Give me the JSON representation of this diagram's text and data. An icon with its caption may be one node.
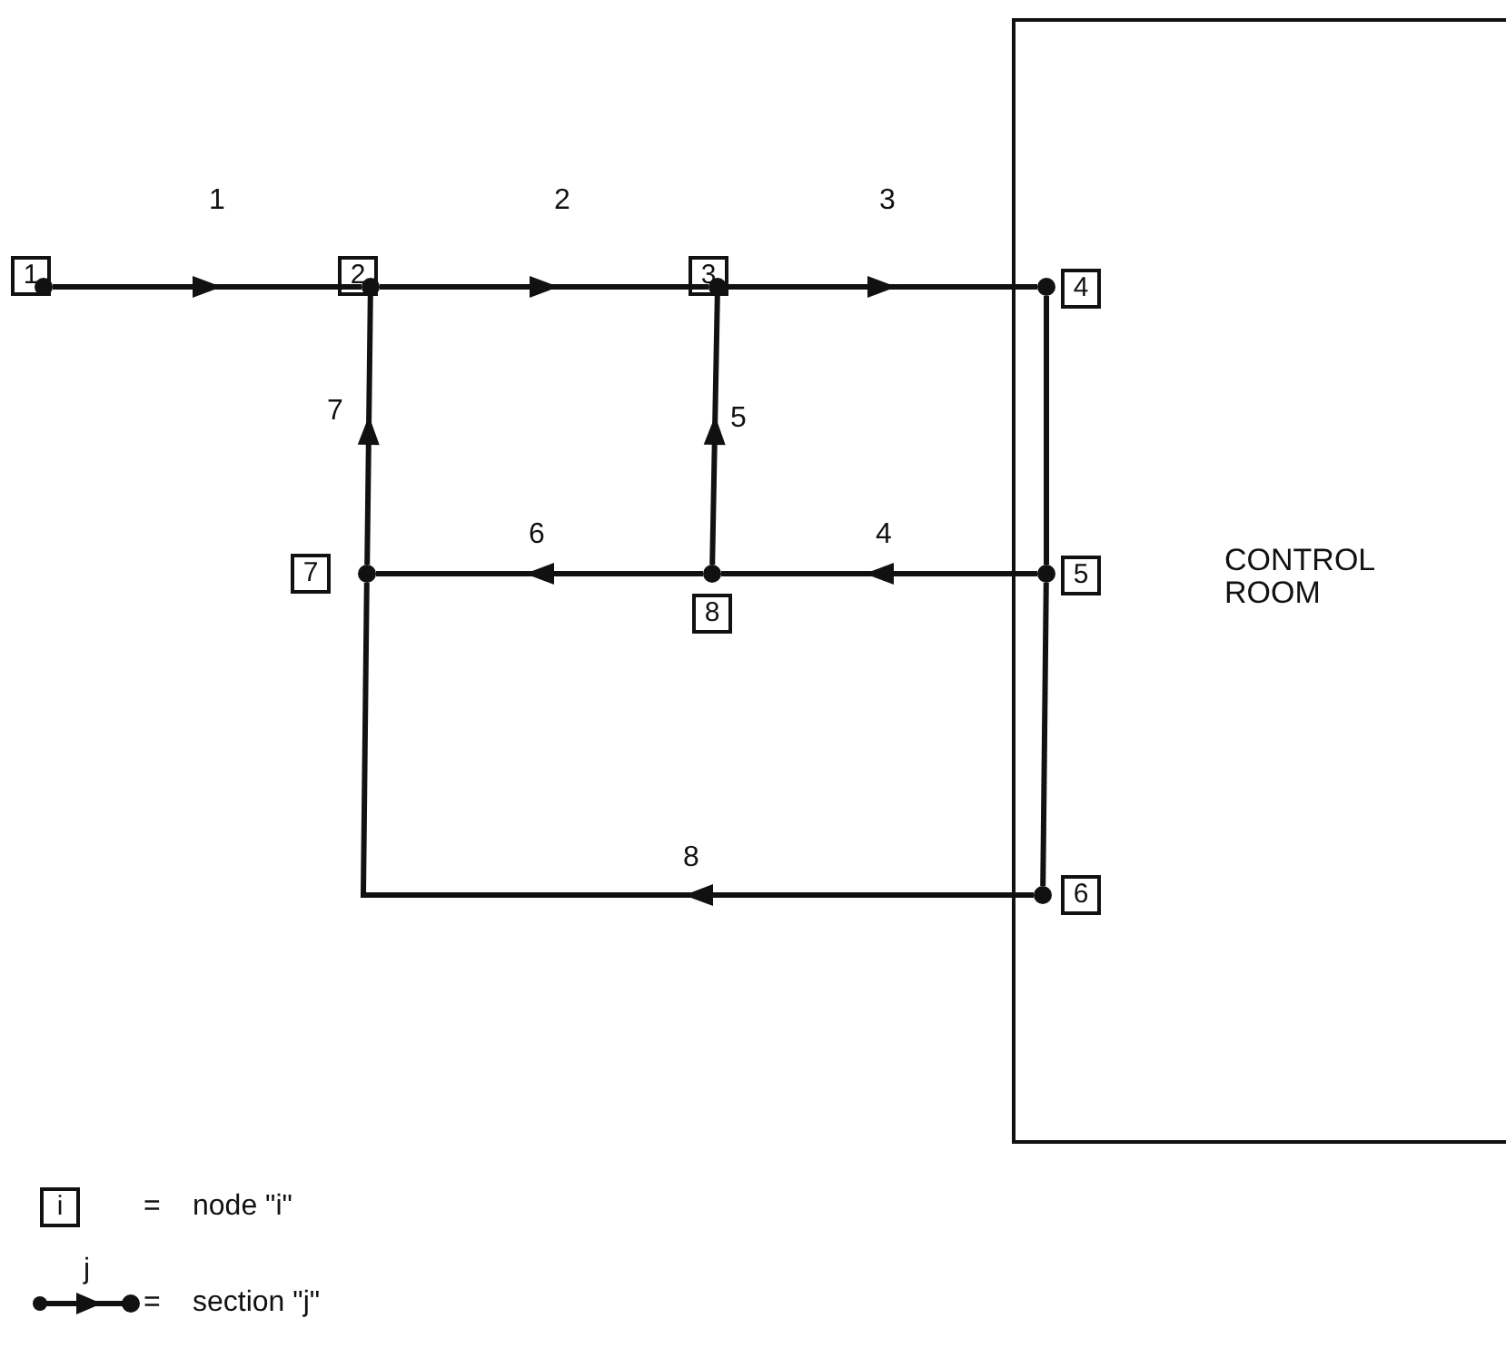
{
  "diagram": {
    "nodes": [
      {
        "text": [],
        "shape": "circle",
        "beside": [
          "1"
        ]
      },
      {
        "text": [],
        "shape": "circle",
        "beside": [
          "2"
        ]
      },
      {
        "text": [],
        "shape": "circle",
        "beside": [
          "3"
        ]
      },
      {
        "text": [],
        "shape": "circle",
        "beside": [
          "4"
        ],
        "in": 8
      },
      {
        "text": [],
        "shape": "circle",
        "beside": [
          "5"
        ],
        "in": 8
      },
      {
        "text": [],
        "shape": "circle",
        "beside": [
          "6"
        ],
        "in": 8
      },
      {
        "text": [],
        "shape": "circle",
        "beside": [
          "7"
        ]
      },
      {
        "text": [],
        "shape": "circle",
        "beside": [
          "8"
        ]
      },
      {
        "text": [
          "CONTROL ROOM"
        ]
      }
    ],
    "edges": [
      {
        "from": 0,
        "to": 1,
        "arrow": "to",
        "label": "1"
      },
      {
        "from": 1,
        "to": 2,
        "arrow": "to",
        "label": "2"
      },
      {
        "from": 2,
        "to": 3,
        "arrow": "to",
        "label": "3"
      },
      {
        "from": 4,
        "to": 7,
        "arrow": "to",
        "label": "4"
      },
      {
        "from": 7,
        "to": 2,
        "arrow": "to",
        "label": "5"
      },
      {
        "from": 7,
        "to": 6,
        "arrow": "to",
        "label": "6"
      },
      {
        "from": 6,
        "to": 1,
        "arrow": "to",
        "label": "7"
      },
      {
        "from": 5,
        "to": 6,
        "arrow": "to",
        "label": "8"
      },
      {
        "from": 3,
        "to": 4,
        "arrow": "none"
      },
      {
        "from": 4,
        "to": 5,
        "arrow": "none"
      }
    ],
    "labels": [
      "i",
      "=",
      "j",
      "="
    ],
    "legend": [
      {
        "text": "node \"i\""
      },
      {
        "text": "section \"j\""
      }
    ]
  }
}
